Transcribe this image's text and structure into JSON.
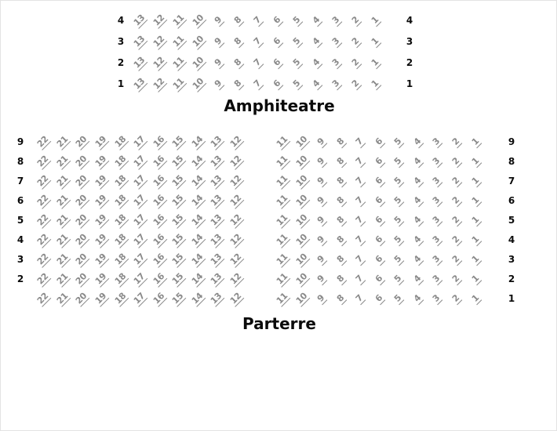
{
  "amphitheatre": {
    "title": "Amphiteatre",
    "rows": 4,
    "row_labels_left": [
      "4",
      "3",
      "2",
      "1"
    ],
    "row_labels_right": [
      "4",
      "3",
      "2",
      "1"
    ],
    "seat_numbers": [
      "13",
      "12",
      "11",
      "10",
      "9",
      "8",
      "7",
      "6",
      "5",
      "4",
      "3",
      "2",
      "1"
    ]
  },
  "parterre": {
    "title": "Parterre",
    "rows": 9,
    "row_labels_left": [
      "9",
      "8",
      "7",
      "6",
      "5",
      "4",
      "3",
      "2"
    ],
    "row_labels_right": [
      "9",
      "8",
      "7",
      "6",
      "5",
      "4",
      "3",
      "2",
      "1"
    ],
    "left_block_seat_numbers": [
      "22",
      "21",
      "20",
      "19",
      "18",
      "17",
      "16",
      "15",
      "14",
      "13",
      "12"
    ],
    "right_block_seat_numbers": [
      "11",
      "10",
      "9",
      "8",
      "7",
      "6",
      "5",
      "4",
      "3",
      "2",
      "1"
    ]
  },
  "colors": {
    "seat": "#8a8a8a",
    "label": "#0b0b0b"
  }
}
